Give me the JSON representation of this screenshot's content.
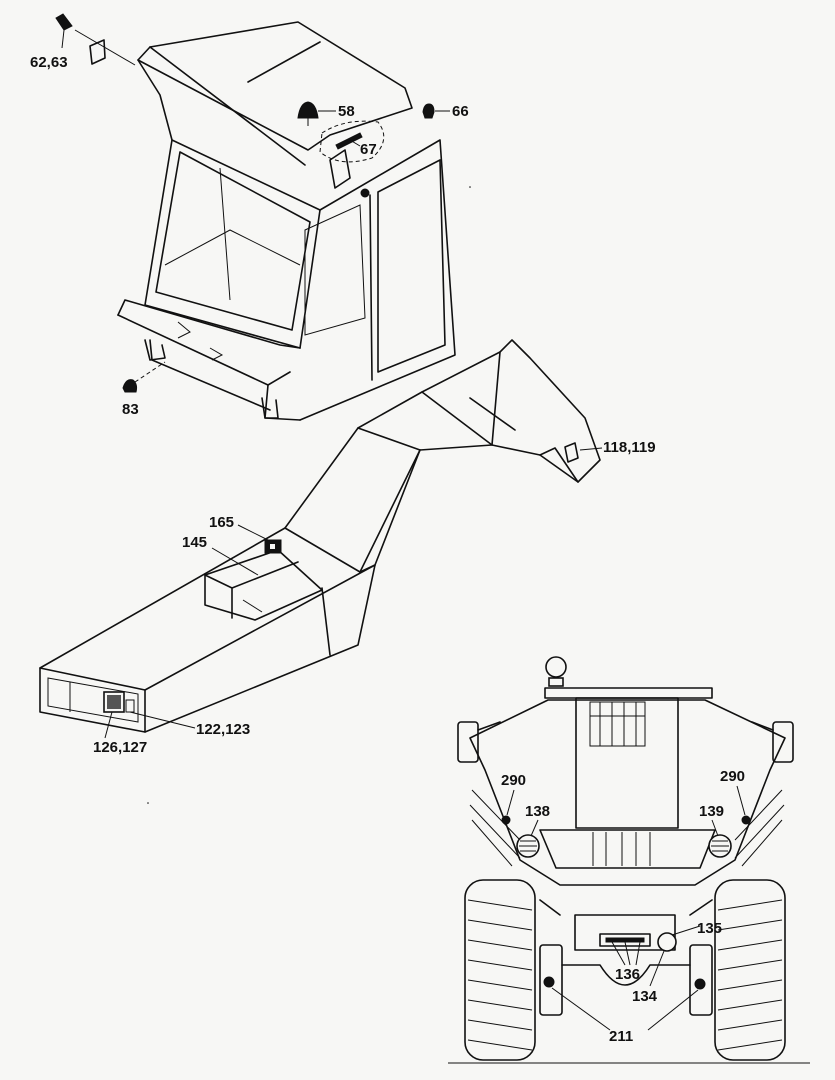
{
  "callouts": {
    "c62_63": "62,63",
    "c58": "58",
    "c66": "66",
    "c67": "67",
    "c83": "83",
    "c118_119": "118,119",
    "c165": "165",
    "c145": "145",
    "c126_127": "126,127",
    "c122_123": "122,123",
    "c290_left": "290",
    "c290_right": "290",
    "c138": "138",
    "c139": "139",
    "c135": "135",
    "c136": "136",
    "c134": "134",
    "c211": "211"
  },
  "colors": {
    "ink": "#111111",
    "paper": "#f7f7f5"
  },
  "icons": [
    "beacon-lamp-icon",
    "wiper-icon",
    "sticker-icon",
    "reflector-icon",
    "work-lamp-icon",
    "tail-lamp-icon",
    "headlamp-icon"
  ]
}
